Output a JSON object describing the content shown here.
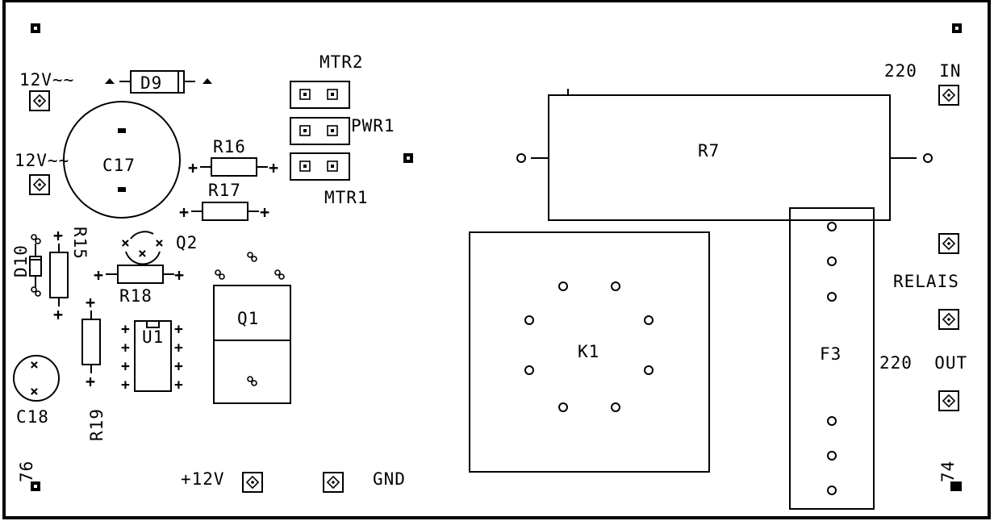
{
  "labels": {
    "d9": "D9",
    "c17": "C17",
    "r16": "R16",
    "r17": "R17",
    "mtr2": "MTR2",
    "pwr1": "PWR1",
    "mtr1": "MTR1",
    "r7": "R7",
    "in220": "220  IN",
    "out220": "220  OUT",
    "relais": "RELAIS",
    "k1": "K1",
    "f3": "F3",
    "d10": "D10",
    "r15": "R15",
    "q2": "Q2",
    "r18": "R18",
    "q1": "Q1",
    "u1": "U1",
    "r19": "R19",
    "c18": "C18",
    "plus12v": "+12V",
    "gnd": "GND",
    "ac12v_top": "12V~~",
    "ac12v_mid": "12V~~",
    "mark76": "76",
    "mark74": "74"
  }
}
